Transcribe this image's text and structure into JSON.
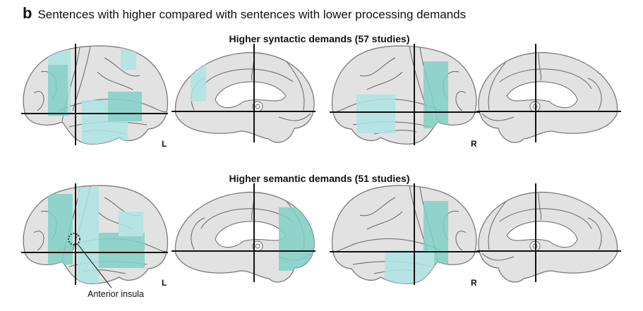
{
  "panel": {
    "letter": "b",
    "title": "Sentences with higher compared with sentences with lower processing demands"
  },
  "rows": [
    {
      "title": "Higher syntactic demands (57 studies)",
      "left_label": "L",
      "right_label": "R"
    },
    {
      "title": "Higher semantic demands (51 studies)",
      "left_label": "L",
      "right_label": "R"
    }
  ],
  "annotation": "Anterior insula",
  "colors": {
    "light": "#aee3e3",
    "dark": "#80d0c6",
    "brain": "#e2e2e2",
    "outline": "#7a7a7a"
  }
}
